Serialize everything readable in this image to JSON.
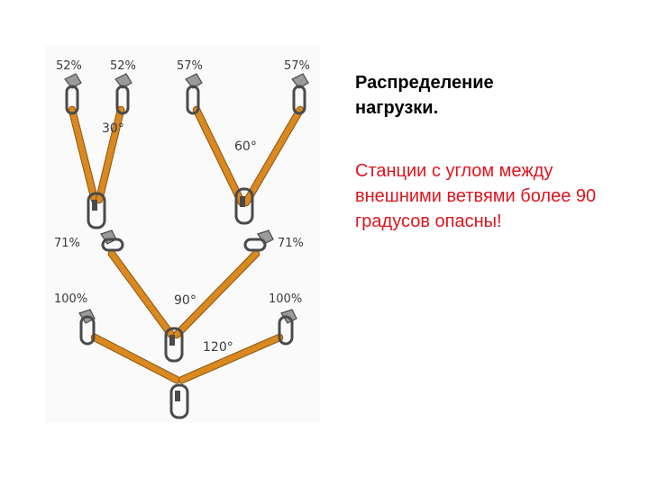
{
  "panel": {
    "heading": "Распределение нагрузки.",
    "body": "Станции с углом между внешними ветвями более 90 градусов опасны!"
  },
  "diagram": {
    "stations": [
      {
        "angle_label": "30°",
        "left_load": "52%",
        "right_load": "52%"
      },
      {
        "angle_label": "60°",
        "left_load": "57%",
        "right_load": "57%"
      },
      {
        "angle_label": "90°",
        "left_load": "71%",
        "right_load": "71%"
      },
      {
        "angle_label": "120°",
        "left_load": "100%",
        "right_load": "100%"
      }
    ],
    "colors": {
      "rope": "#d9891f",
      "metal": "#4a4a4a",
      "text": "#3a3a3a"
    }
  }
}
